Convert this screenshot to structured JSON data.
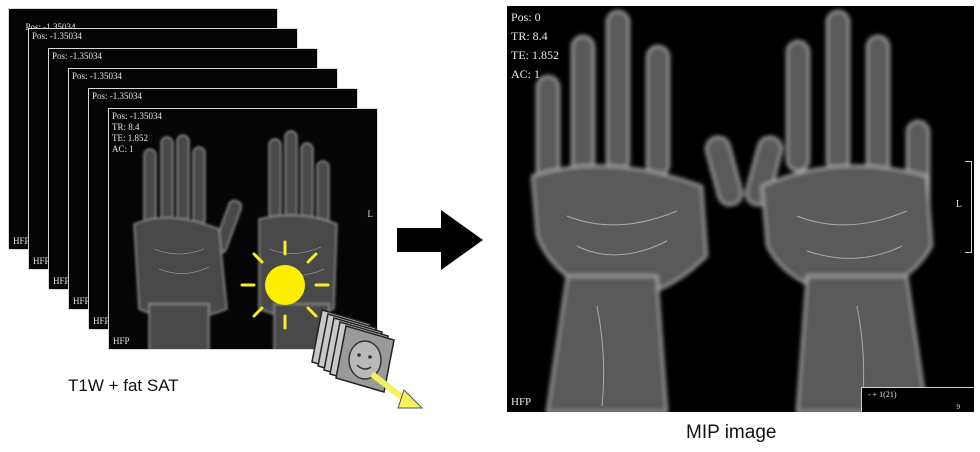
{
  "stack": {
    "caption": "T1W + fat SAT",
    "overlay": {
      "pos": "Pos: -1.35034",
      "tr": "TR: 8.4",
      "te": "TE: 1.852",
      "ac": "AC: 1",
      "hfp": "HFP",
      "side": "L"
    }
  },
  "mip": {
    "caption": "MIP image",
    "overlay": {
      "pos": "Pos: 0",
      "tr": "TR: 8.4",
      "te": "TE: 1.852",
      "ac": "AC: 1",
      "hfp": "HFP",
      "side": "L",
      "scale": "- + 1(21)",
      "scale_sub": "9"
    }
  },
  "colors": {
    "sun": "#ffee00",
    "arrow": "#000000",
    "small_arrow": "#f5f060",
    "card_face": "#9a9a9a"
  }
}
